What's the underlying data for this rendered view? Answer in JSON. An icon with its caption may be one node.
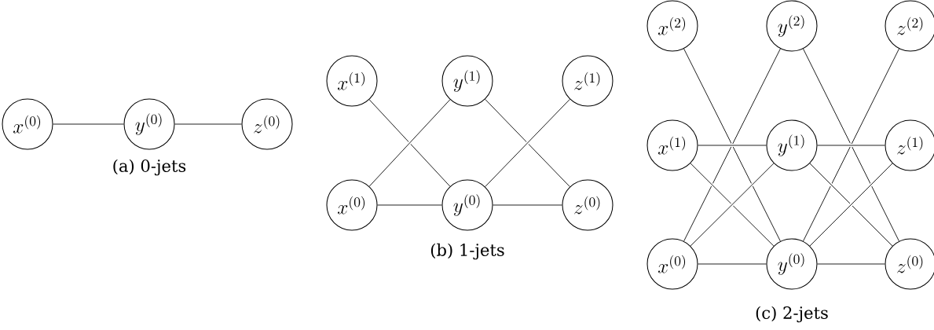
{
  "diagram": {
    "nodes": [
      {
        "text": [
          "x^{(0)}"
        ]
      },
      {
        "text": [
          "y^{(0)}"
        ]
      },
      {
        "text": [
          "z^{(0)}"
        ]
      },
      {
        "text": [
          "x^{(1)}"
        ]
      },
      {
        "text": [
          "y^{(1)}"
        ]
      },
      {
        "text": [
          "z^{(1)}"
        ]
      },
      {
        "text": [
          "x^{(0)}"
        ]
      },
      {
        "text": [
          "y^{(0)}"
        ]
      },
      {
        "text": [
          "z^{(0)}"
        ]
      },
      {
        "text": [
          "x^{(2)}"
        ]
      },
      {
        "text": [
          "y^{(2)}"
        ]
      },
      {
        "text": [
          "z^{(2)}"
        ]
      },
      {
        "text": [
          "x^{(1)}"
        ]
      },
      {
        "text": [
          "y^{(1)}"
        ]
      },
      {
        "text": [
          "z^{(1)}"
        ]
      },
      {
        "text": [
          "x^{(0)}"
        ]
      },
      {
        "text": [
          "y^{(0)}"
        ]
      },
      {
        "text": [
          "z^{(0)}"
        ]
      }
    ],
    "edges": [
      {
        "from": 0,
        "to": 1,
        "arrow": "none"
      },
      {
        "from": 1,
        "to": 2,
        "arrow": "none"
      },
      {
        "from": 3,
        "to": 7,
        "arrow": "none"
      },
      {
        "from": 6,
        "to": 4,
        "arrow": "none"
      },
      {
        "from": 4,
        "to": 8,
        "arrow": "none"
      },
      {
        "from": 5,
        "to": 7,
        "arrow": "none"
      },
      {
        "from": 6,
        "to": 7,
        "arrow": "none"
      },
      {
        "from": 7,
        "to": 8,
        "arrow": "none"
      },
      {
        "from": 9,
        "to": 16,
        "arrow": "none"
      },
      {
        "from": 15,
        "to": 10,
        "arrow": "none"
      },
      {
        "from": 10,
        "to": 17,
        "arrow": "none"
      },
      {
        "from": 11,
        "to": 16,
        "arrow": "none"
      },
      {
        "from": 12,
        "to": 13,
        "arrow": "none"
      },
      {
        "from": 13,
        "to": 14,
        "arrow": "none"
      },
      {
        "from": 12,
        "to": 16,
        "arrow": "none"
      },
      {
        "from": 15,
        "to": 13,
        "arrow": "none"
      },
      {
        "from": 13,
        "to": 17,
        "arrow": "none"
      },
      {
        "from": 14,
        "to": 16,
        "arrow": "none"
      },
      {
        "from": 15,
        "to": 16,
        "arrow": "none"
      },
      {
        "from": 16,
        "to": 17,
        "arrow": "none"
      }
    ],
    "labels": [
      "(a) 0-jets",
      "(b) 1-jets",
      "(c) 2-jets"
    ]
  }
}
